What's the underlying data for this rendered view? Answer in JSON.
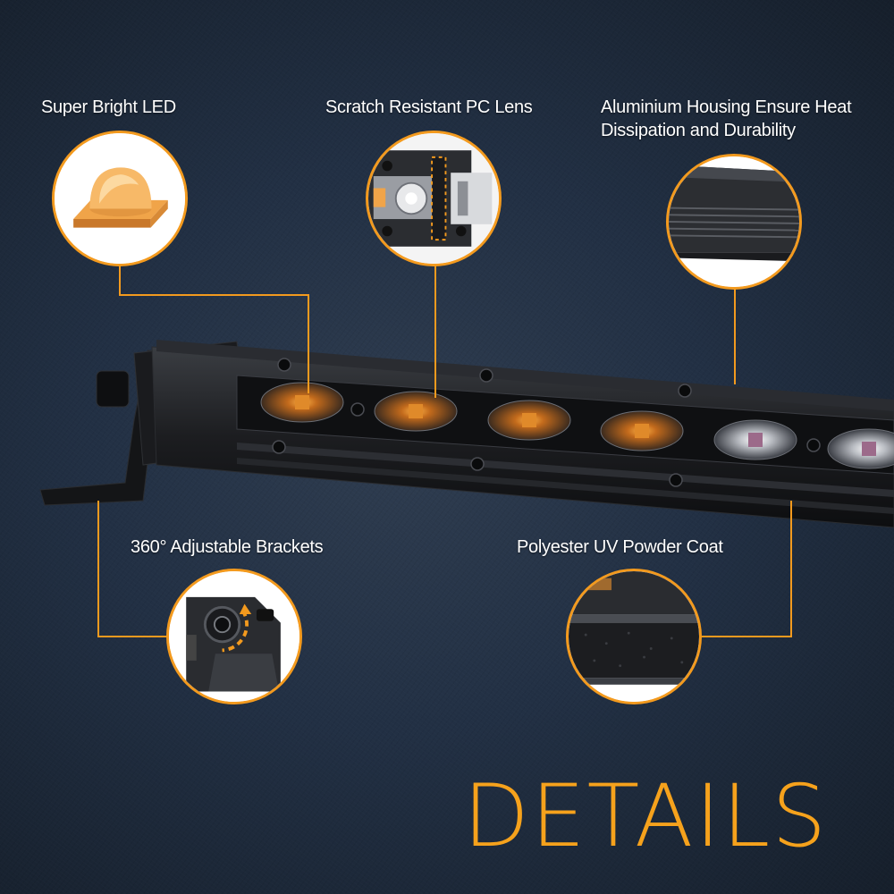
{
  "features": {
    "led": "Super Bright LED",
    "lens": "Scratch Resistant PC Lens",
    "housing_line1": "Aluminium Housing Ensure Heat",
    "housing_line2": "Dissipation and Durability",
    "brackets": "360° Adjustable Brackets",
    "coat": "Polyester UV Powder Coat"
  },
  "title": "DETAILS",
  "colors": {
    "accent": "#f39a1e",
    "title": "#f6a21c",
    "background": "#1f2a38",
    "label_text": "#ffffff"
  },
  "icons": {
    "led": "led-chip-icon",
    "lens": "lens-closeup-icon",
    "housing": "housing-closeup-icon",
    "bracket": "bracket-rotate-icon",
    "coat": "powder-coat-icon"
  }
}
